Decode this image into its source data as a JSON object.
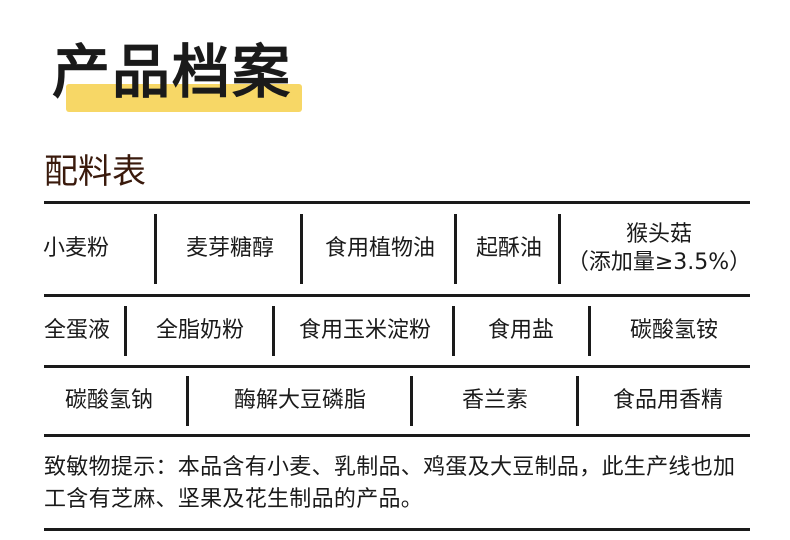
{
  "title": "产品档案",
  "colors": {
    "highlight": "#f7d766",
    "heading": "#3a1a0c",
    "text": "#1a1a1a"
  },
  "section_heading": "配料表",
  "ingredients": {
    "row1": [
      "小麦粉",
      "麦芽糖醇",
      "食用植物油",
      "起酥油",
      "猴头菇",
      "（添加量≥3.5%）"
    ],
    "row2": [
      "全蛋液",
      "全脂奶粉",
      "食用玉米淀粉",
      "食用盐",
      "碳酸氢铵"
    ],
    "row3": [
      "碳酸氢钠",
      "酶解大豆磷脂",
      "香兰素",
      "食品用香精"
    ]
  },
  "allergen_note": "致敏物提示：本品含有小麦、乳制品、鸡蛋及大豆制品，此生产线也加工含有芝麻、坚果及花生制品的产品。"
}
